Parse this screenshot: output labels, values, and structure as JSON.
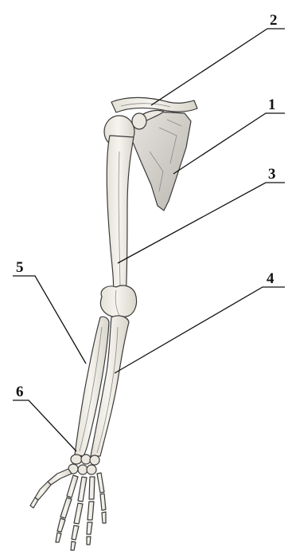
{
  "callouts": [
    {
      "id": "1",
      "label": "1"
    },
    {
      "id": "2",
      "label": "2"
    },
    {
      "id": "3",
      "label": "3"
    },
    {
      "id": "4",
      "label": "4"
    },
    {
      "id": "5",
      "label": "5"
    },
    {
      "id": "6",
      "label": "6"
    }
  ],
  "colors": {
    "background": "#ffffff",
    "bone_fill": "#f1efe8",
    "bone_shade": "#d9d6cc",
    "scapula_fill": "#cfcdc6",
    "outline": "#3a3a3a",
    "label": "#111111"
  }
}
